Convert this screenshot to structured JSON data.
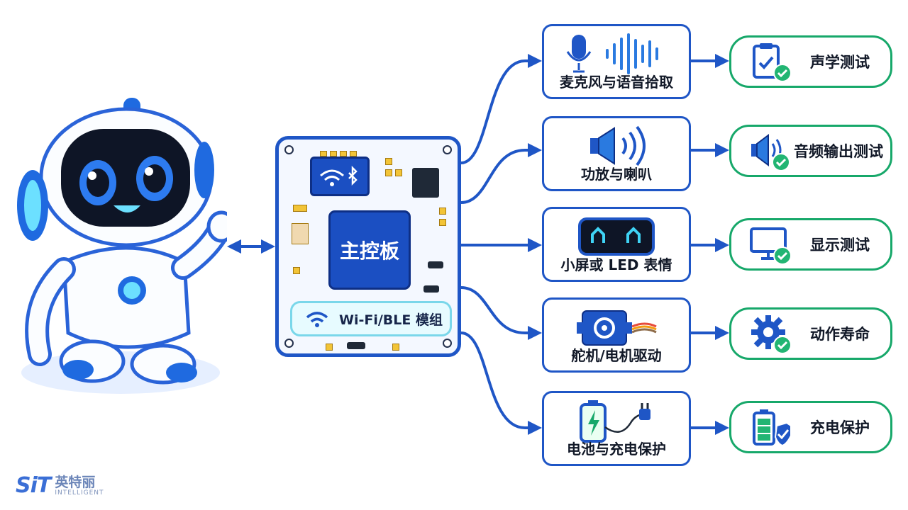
{
  "board": {
    "label": "主控板",
    "module_label": "Wi-Fi/BLE 模组"
  },
  "functions": [
    {
      "label": "麦克风与语音拾取",
      "icon": "microphone-icon"
    },
    {
      "label": "功放与喇叭",
      "icon": "speaker-icon"
    },
    {
      "label": "小屏或 LED 表情",
      "icon": "led-face-icon"
    },
    {
      "label": "舵机/电机驱动",
      "icon": "servo-motor-icon"
    },
    {
      "label": "电池与充电保护",
      "icon": "battery-charge-icon"
    }
  ],
  "tests": [
    {
      "label": "声学测试",
      "icon": "clipboard-check-icon"
    },
    {
      "label": "音频输出测试",
      "icon": "speaker-check-icon"
    },
    {
      "label": "显示测试",
      "icon": "monitor-check-icon"
    },
    {
      "label": "动作寿命",
      "icon": "gear-check-icon"
    },
    {
      "label": "充电保护",
      "icon": "battery-shield-icon"
    }
  ],
  "logo": {
    "mark": "SiT",
    "name_cn": "英特丽",
    "name_en": "INTELLIGENT"
  },
  "colors": {
    "primary_blue": "#1f56c6",
    "test_green": "#17a86a",
    "check_green": "#22b573"
  }
}
